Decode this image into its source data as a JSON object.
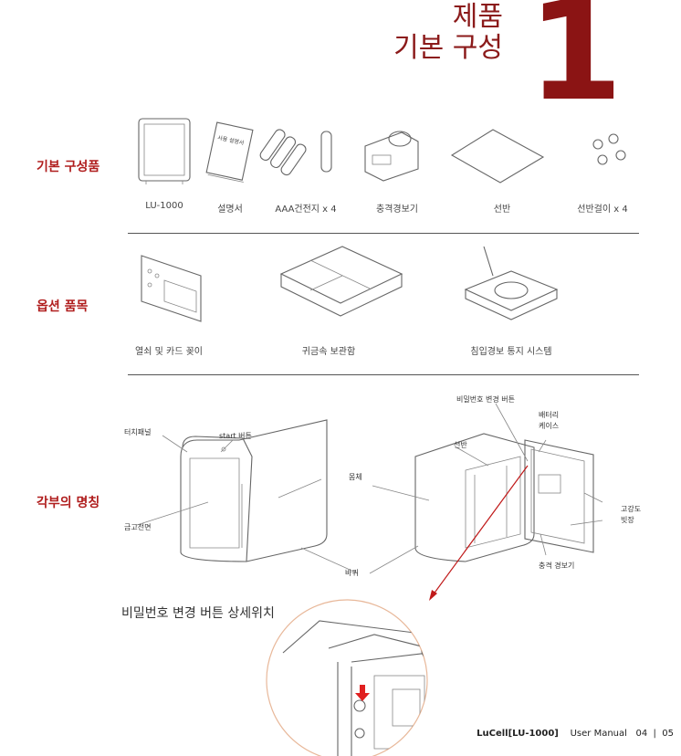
{
  "chapter": {
    "title_line1": "제품",
    "title_line2": "기본 구성",
    "number": "1"
  },
  "sections": {
    "basic": {
      "label": "기본 구성품",
      "items": [
        "LU-1000",
        "설명서",
        "AAA건전지 x 4",
        "충격경보기",
        "선반",
        "선반걸이 x 4"
      ],
      "manual_cover_text": "사용 설명서"
    },
    "options": {
      "label": "옵션 품목",
      "items": [
        "열쇠 및 카드 꽂이",
        "귀금속 보관함",
        "침입경보 통지 시스템"
      ]
    },
    "parts": {
      "label": "각부의 명칭",
      "callouts": {
        "touch_panel": "터치패널",
        "start_button": "start 버튼",
        "front": "금고전면",
        "body": "몸체",
        "wheel": "바퀴",
        "password_button": "비밀번호 변경 버튼",
        "battery_case": "배터리\n케이스",
        "shelf": "선반",
        "high_strength": "고강도",
        "bolt": "빗장",
        "shock_alarm": "충격 경보기"
      }
    }
  },
  "detail": {
    "title": "비밀번호 변경 버튼 상세위치"
  },
  "footer": {
    "brand": "LuCell[LU-1000]",
    "manual": "User Manual",
    "pages": "04  |  05"
  },
  "colors": {
    "accent": "#8b1414",
    "label": "#b01e1e",
    "arrow": "#c01a1a"
  }
}
